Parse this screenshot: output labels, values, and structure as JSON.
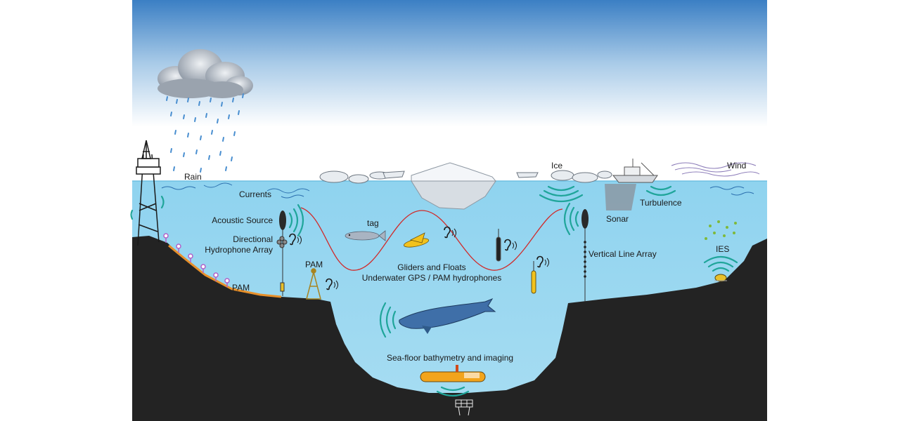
{
  "labels": {
    "rain": "Rain",
    "currents": "Currents",
    "acoustic_source": "Acoustic Source",
    "directional_line1": "Directional",
    "directional_line2": "Hydrophone Array",
    "pam_shelf": "PAM",
    "pam_tripod": "PAM",
    "tag": "tag",
    "gliders_line1": "Gliders and Floats",
    "gliders_line2": "Underwater GPS / PAM hydrophones",
    "ice": "Ice",
    "wind": "Wind",
    "turbulence": "Turbulence",
    "sonar": "Sonar",
    "vertical_line_array": "Vertical Line Array",
    "ies": "IES",
    "seafloor": "Sea-floor bathymetry and imaging"
  },
  "colors": {
    "sky_top": "#3b7fc4",
    "sea": "#9ed8f0",
    "seafloor": "#232323",
    "pam_cable": "#e8902a",
    "glider_path": "#d12a2a",
    "acoustic_wave": "#1fa59a",
    "auv": "#f2a41c",
    "pam_node": "#b061c9"
  },
  "icons": [
    "cloud-icon",
    "oil-rig-icon",
    "iceberg-icon",
    "ship-icon",
    "whale-icon",
    "fish-icon",
    "glider-icon",
    "auv-icon",
    "ear-icon",
    "sound-wave-icon"
  ]
}
